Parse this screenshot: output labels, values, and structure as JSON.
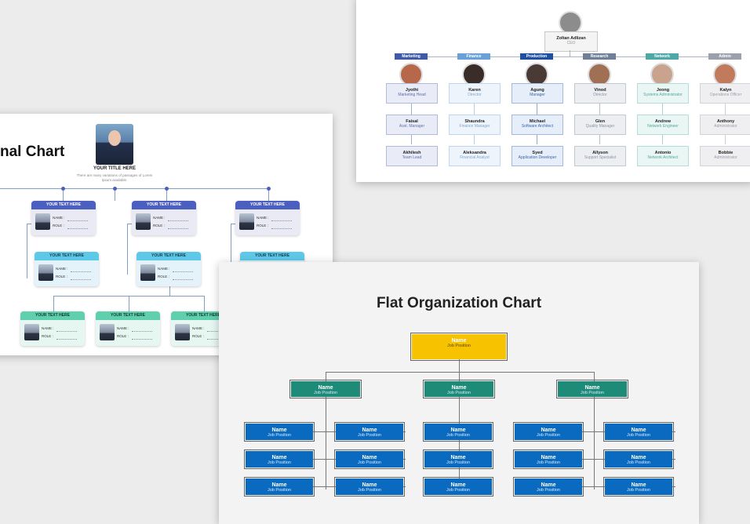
{
  "slide_a": {
    "title": "nal Chart",
    "top": {
      "title": "YOUR TITLE HERE",
      "sub": "There are many variations of passages of Lorem Ipsum available."
    },
    "card_header": "YOUR TEXT HERE",
    "name_label": "NAME",
    "role_label": "ROLE",
    "colon": ":"
  },
  "slide_b": {
    "ceo": {
      "name": "Zoltan Adlizan",
      "role": "CEO"
    },
    "departments": [
      {
        "label": "Marketing",
        "color": "#3f5ba8",
        "box": "#e9ecf7",
        "role_color": "#5d6fb0"
      },
      {
        "label": "Finance",
        "color": "#6aa0d8",
        "box": "#eef4fb",
        "role_color": "#7fa6cc"
      },
      {
        "label": "Production",
        "color": "#1f4fa0",
        "box": "#e6eef9",
        "role_color": "#3a66aa"
      },
      {
        "label": "Research",
        "color": "#6f7f96",
        "box": "#eceef1",
        "role_color": "#8a96a6"
      },
      {
        "label": "Network",
        "color": "#4fa8a8",
        "box": "#eaf6f4",
        "role_color": "#55a8a0"
      },
      {
        "label": "Admin",
        "color": "#9aa0ac",
        "box": "#efeff1",
        "role_color": "#9aa0aa"
      }
    ],
    "levels": [
      [
        {
          "name": "Jyothi",
          "role": "Marketing Head"
        },
        {
          "name": "Karen",
          "role": "Director"
        },
        {
          "name": "Agung",
          "role": "Manager"
        },
        {
          "name": "Vinod",
          "role": "Director"
        },
        {
          "name": "Jeong",
          "role": "Systems Administrator"
        },
        {
          "name": "Kalyn",
          "role": "Operations Officer"
        }
      ],
      [
        {
          "name": "Faisal",
          "role": "Asst. Manager"
        },
        {
          "name": "Shaundra",
          "role": "Finance Manager"
        },
        {
          "name": "Michael",
          "role": "Software Architect"
        },
        {
          "name": "Glen",
          "role": "Quality Manager"
        },
        {
          "name": "Andrew",
          "role": "Network Engineer"
        },
        {
          "name": "Anthony",
          "role": "Administrator"
        }
      ],
      [
        {
          "name": "Akhilesh",
          "role": "Team Lead"
        },
        {
          "name": "Aleksandra",
          "role": "Financial Analyst"
        },
        {
          "name": "Syed",
          "role": "Application Developer"
        },
        {
          "name": "Allyson",
          "role": "Support Specialist"
        },
        {
          "name": "Antonio",
          "role": "Network Architect"
        },
        {
          "name": "Bobbie",
          "role": "Administrator"
        }
      ]
    ]
  },
  "slide_c": {
    "title": "Flat Organization Chart",
    "name": "Name",
    "position": "Job Position",
    "colors": {
      "top": "#f7c200",
      "mid": "#1e8a78",
      "leaf": "#0a6ac0"
    }
  }
}
